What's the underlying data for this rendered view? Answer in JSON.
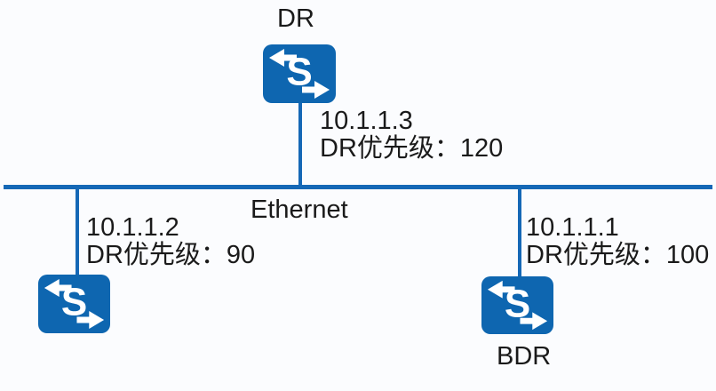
{
  "diagram": {
    "ethernet_label": "Ethernet",
    "colors": {
      "switch_blue": "#0e66b0",
      "line_blue": "#1568b6",
      "text": "#1a1a1a",
      "background": "#fbfcfe"
    },
    "nodes": [
      {
        "role": "DR",
        "ip": "10.1.1.3",
        "priority": "DR优先级：120",
        "icon_letter": "S"
      },
      {
        "ip": "10.1.1.2",
        "priority": "DR优先级：90",
        "icon_letter": "S"
      },
      {
        "role": "BDR",
        "ip": "10.1.1.1",
        "priority": "DR优先级：100",
        "icon_letter": "S"
      }
    ]
  }
}
